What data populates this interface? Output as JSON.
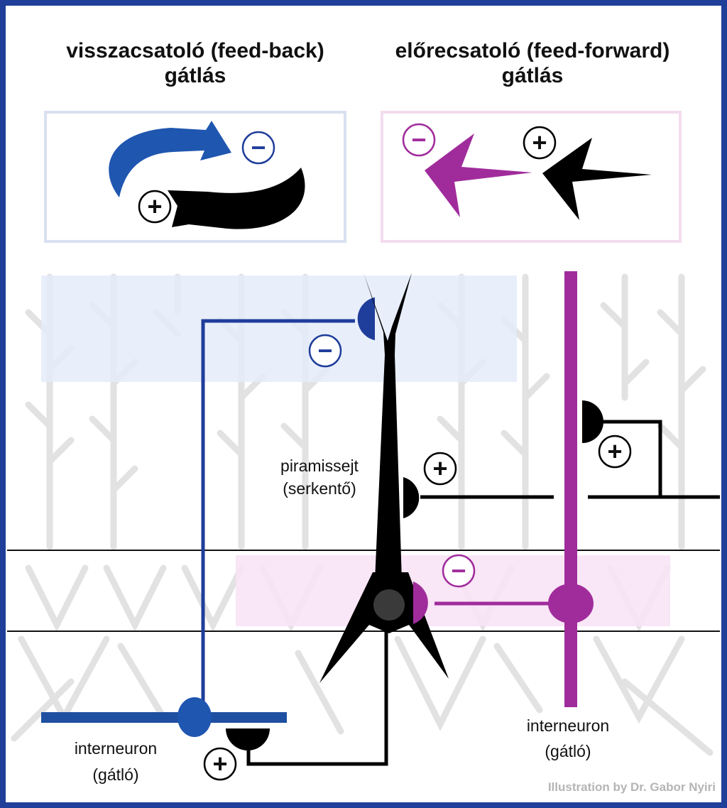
{
  "titles": {
    "feedback_line1": "visszacsatoló (feed-back)",
    "feedback_line2": "gátlás",
    "feedforward_line1": "előrecsatoló (feed-forward)",
    "feedforward_line2": "gátlás"
  },
  "labels": {
    "pyramidal_line1": "piramissejt",
    "pyramidal_line2": "(serkentő)",
    "interneuron_left_line1": "interneuron",
    "interneuron_left_line2": "(gátló)",
    "interneuron_right_line1": "interneuron",
    "interneuron_right_line2": "(gátló)"
  },
  "signs": {
    "plus": "+",
    "minus": "−"
  },
  "credit": "Illustration by Dr. Gabor Nyiri",
  "colors": {
    "border": "#1f3f98",
    "feedback": "#1f3d9a",
    "feedforward": "#a02c9c",
    "excitatory": "#000000",
    "background_cells": "#e2e2e2",
    "blue_band": "#e4ecfa",
    "pink_band": "#f8e3f5"
  }
}
